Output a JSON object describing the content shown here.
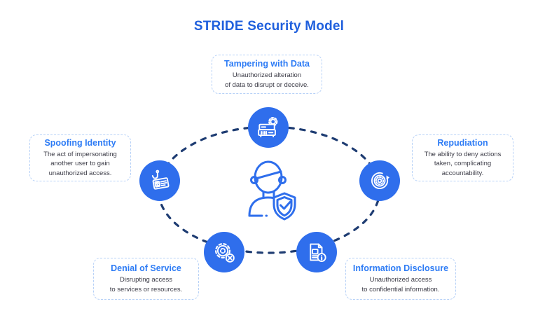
{
  "title": "STRIDE Security Model",
  "colors": {
    "title_blue": "#2060dd",
    "card_title_blue": "#2e7cf5",
    "node_fill": "#2f6eec",
    "orbit_dash": "#1e3c72",
    "card_border": "#b7d1f7",
    "description_text": "#3b3b46"
  },
  "center": {
    "icon": "security-analyst-shield-icon"
  },
  "nodes": [
    {
      "id": "tampering",
      "icon": "server-gear-icon",
      "title": "Tampering with Data",
      "description": "Unauthorized alteration\nof data to disrupt or deceive."
    },
    {
      "id": "spoofing",
      "icon": "id-card-hook-icon",
      "title": "Spoofing Identity",
      "description": "The act of impersonating\nanother user to gain\nunauthorized access."
    },
    {
      "id": "repudiation",
      "icon": "circular-arrow-icon",
      "title": "Repudiation",
      "description": "The ability to deny actions\ntaken, complicating\naccountability."
    },
    {
      "id": "denial",
      "icon": "gear-cross-icon",
      "title": "Denial of Service",
      "description": "Disrupting access\nto services or resources."
    },
    {
      "id": "information",
      "icon": "document-info-icon",
      "title": "Information Disclosure",
      "description": "Unauthorized access\nto confidential information."
    }
  ]
}
